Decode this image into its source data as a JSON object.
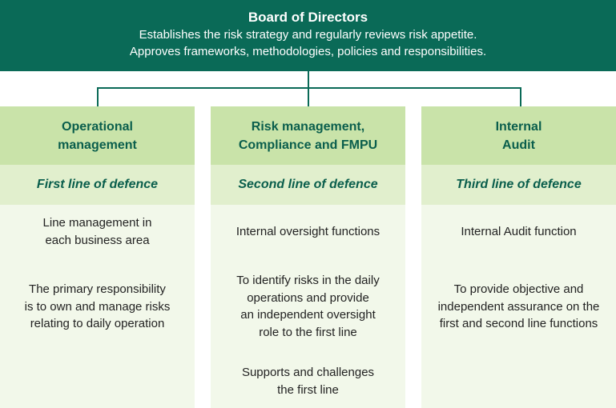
{
  "board": {
    "title": "Board of Directors",
    "lines": [
      "Establishes the risk strategy and regularly reviews risk appetite.",
      "Approves frameworks, methodologies, policies and responsibilities."
    ]
  },
  "columns": [
    {
      "header": [
        "Operational",
        "management"
      ],
      "line": "First line of defence",
      "blocks": [
        [
          "Line management in",
          "each business area"
        ],
        [
          "The primary responsibility",
          "is to own and manage risks",
          "relating to daily operation"
        ]
      ]
    },
    {
      "header": [
        "Risk management,",
        "Compliance and FMPU"
      ],
      "line": "Second line of defence",
      "blocks": [
        [
          "Internal oversight functions"
        ],
        [
          "To identify risks in the daily",
          "operations and provide",
          "an independent oversight",
          "role to the first line"
        ],
        [
          "Supports and challenges",
          "the first line"
        ]
      ]
    },
    {
      "header": [
        "Internal",
        "Audit"
      ],
      "line": "Third line of defence",
      "blocks": [
        [
          "Internal Audit function"
        ],
        [
          "To provide objective and",
          "independent assurance on the",
          "first and second line functions"
        ]
      ]
    }
  ],
  "colors": {
    "board": "#0a6a57",
    "header": "#c9e3a9",
    "line_band": "#e1efcd",
    "body": "#f2f8ea"
  }
}
